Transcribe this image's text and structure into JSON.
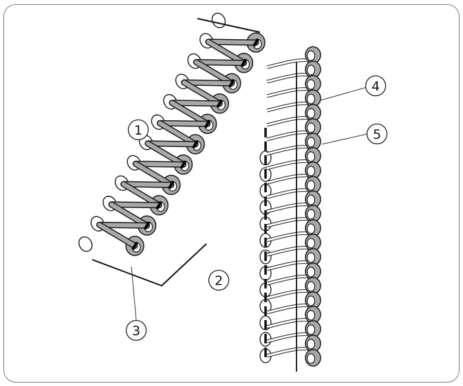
{
  "callouts": [
    {
      "id": "1",
      "label": "1"
    },
    {
      "id": "2",
      "label": "2"
    },
    {
      "id": "3",
      "label": "3"
    },
    {
      "id": "4",
      "label": "4"
    },
    {
      "id": "5",
      "label": "5"
    }
  ],
  "colors": {
    "thread_outline": "#1a1a1a",
    "thread_fill": "#a9a9a9",
    "loop_fill": "#ffffff",
    "fabric_edge": "#111111",
    "frame": "#7a7a7a"
  }
}
